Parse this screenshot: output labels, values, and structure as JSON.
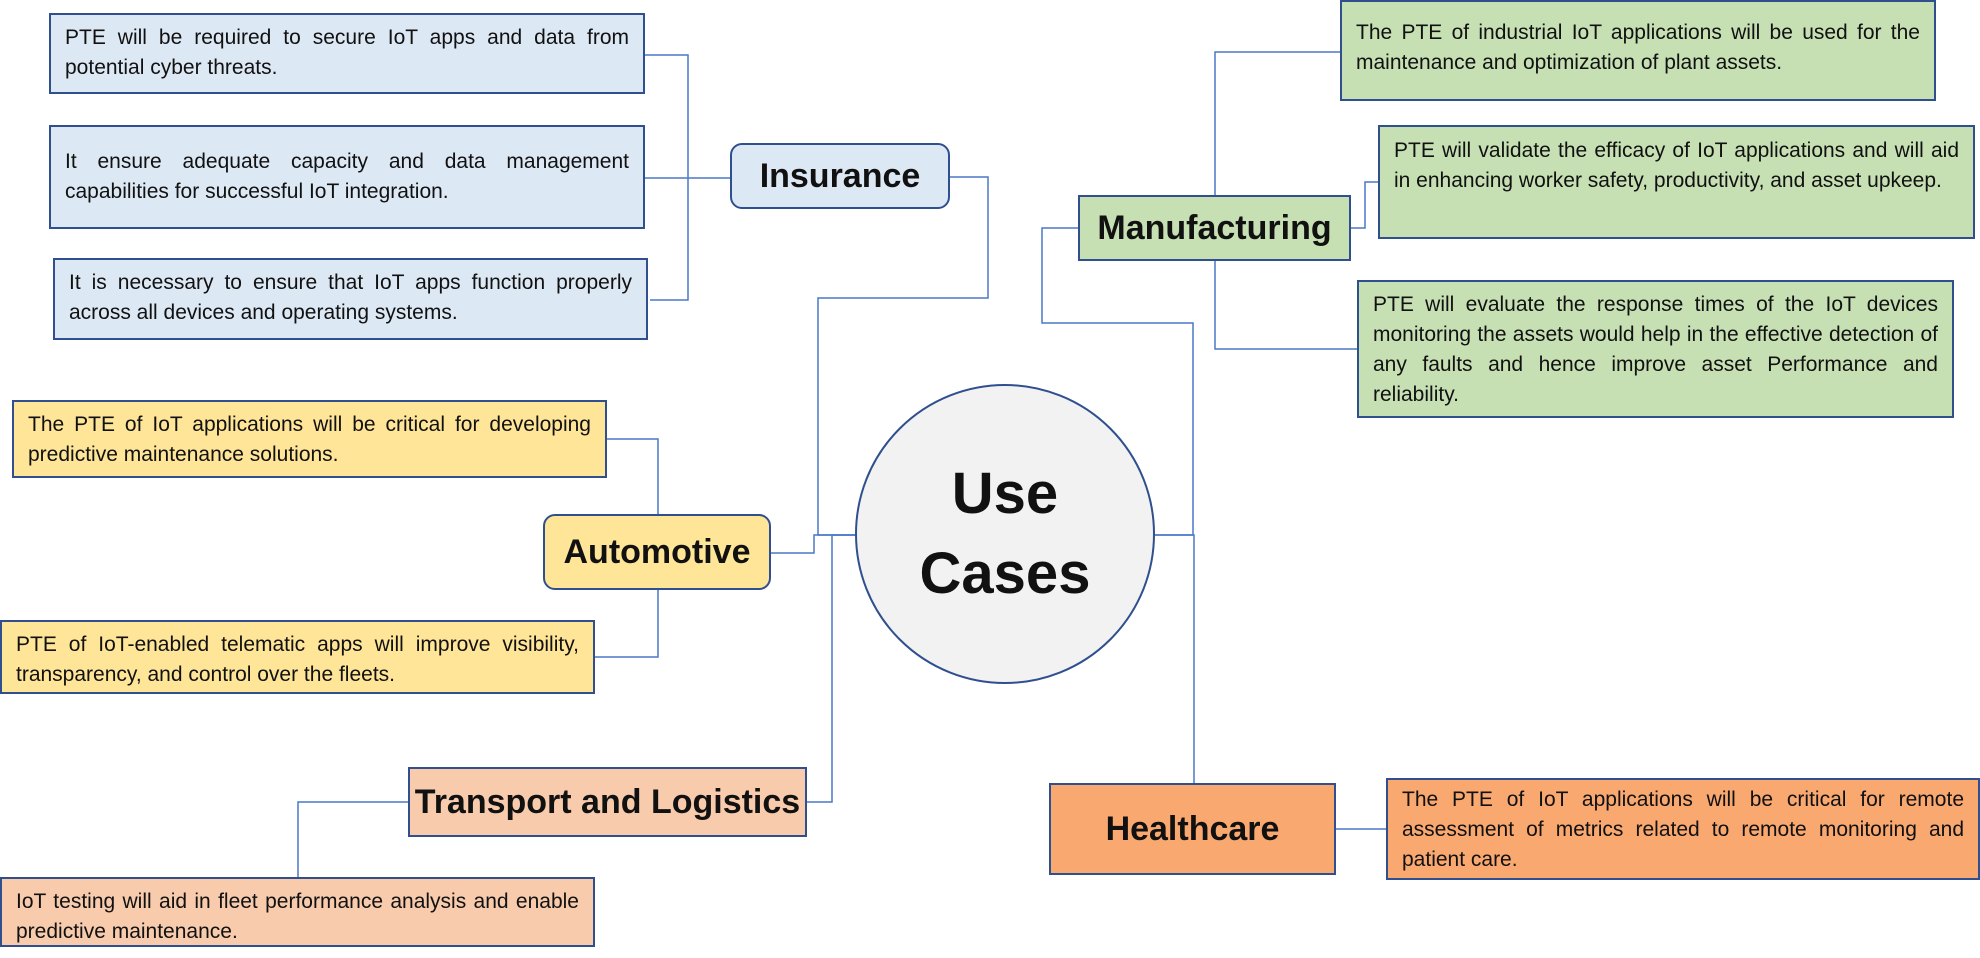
{
  "center": {
    "label_line1": "Use",
    "label_line2": "Cases"
  },
  "categories": {
    "insurance": {
      "label": "Insurance",
      "color": "#dde8f5",
      "notes": [
        "PTE will be required to secure IoT apps and data from potential cyber threats.",
        "It ensure adequate capacity and data management capabilities for successful IoT integration.",
        "It is necessary to ensure that IoT apps function properly across all devices and operating systems."
      ]
    },
    "automotive": {
      "label": "Automotive",
      "color": "#ffe598",
      "notes": [
        "The PTE of IoT applications will be critical for developing predictive maintenance solutions.",
        "PTE of IoT-enabled telematic apps will improve visibility, transparency, and control over the fleets."
      ]
    },
    "transport": {
      "label": "Transport and Logistics",
      "color": "#f8cbad",
      "notes": [
        "IoT testing will aid in fleet performance analysis and enable predictive maintenance."
      ]
    },
    "manufacturing": {
      "label": "Manufacturing",
      "color": "#c6e0b4",
      "notes": [
        "The PTE of industrial IoT applications will be used for the maintenance and optimization of plant assets.",
        "PTE will validate the efficacy of IoT applications and will aid in enhancing worker safety, productivity, and asset upkeep.",
        "PTE will evaluate the response times of the IoT devices monitoring the assets would help in the effective detection of any faults and hence improve asset Performance and reliability."
      ]
    },
    "healthcare": {
      "label": "Healthcare",
      "color": "#f9a870",
      "notes": [
        "The PTE of IoT applications will be critical for remote assessment of metrics related to remote monitoring and patient care."
      ]
    }
  }
}
